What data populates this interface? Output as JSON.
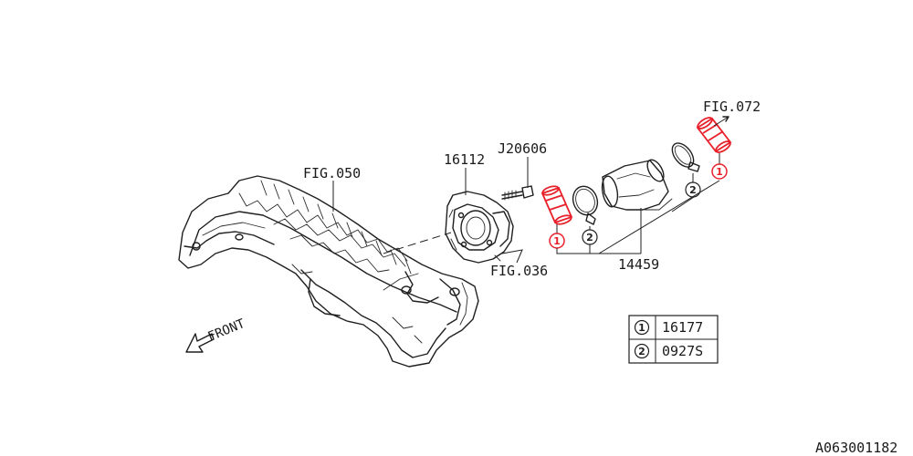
{
  "labels": {
    "fig050": "FIG.050",
    "fig036": "FIG.036",
    "fig072": "FIG.072",
    "p16112": "16112",
    "j20606": "J20606",
    "p14459": "14459",
    "front": "FRONT",
    "diagram_code": "A063001182"
  },
  "callouts": {
    "one": "1",
    "two": "2"
  },
  "legend": {
    "rows": [
      {
        "key": "1",
        "part": "16177"
      },
      {
        "key": "2",
        "part": "0927S"
      }
    ]
  },
  "colors": {
    "highlight": "#e8202a",
    "ink": "#1f1f1f"
  }
}
